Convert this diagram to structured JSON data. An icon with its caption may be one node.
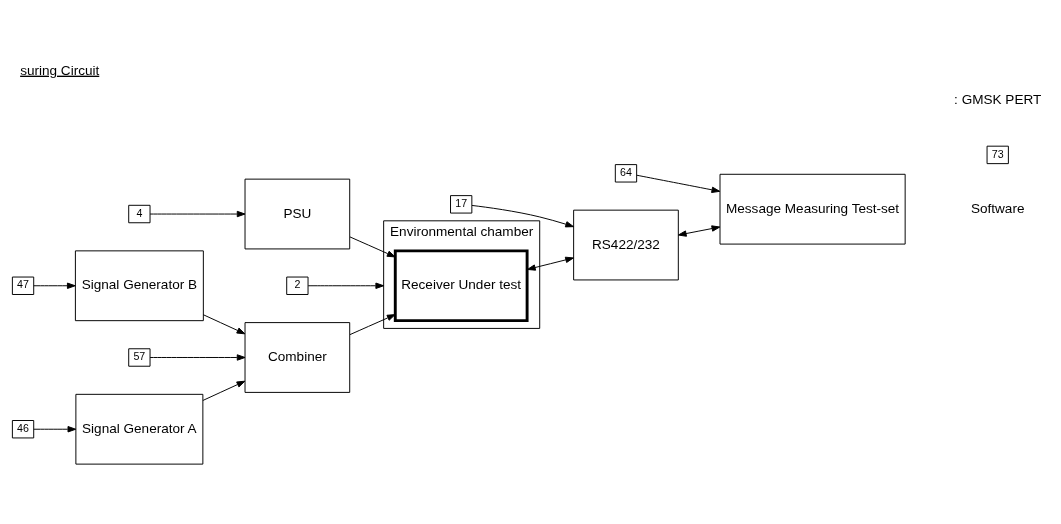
{
  "diagram": {
    "title": "suring Circuit",
    "nodes": [
      {
        "text": [
          "Signal Generator A"
        ]
      },
      {
        "text": [
          "Signal Generator B"
        ]
      },
      {
        "text": [
          "Combiner"
        ]
      },
      {
        "text": [
          "Environmental chamber"
        ]
      },
      {
        "text": [
          "Receiver Under test"
        ],
        "in": 3
      },
      {
        "text": [
          "RS422/232"
        ]
      },
      {
        "text": [
          "PSU"
        ]
      },
      {
        "text": [
          "Message Measuring Test-set"
        ]
      },
      {
        "text": [
          "46"
        ]
      },
      {
        "text": [
          "57"
        ]
      },
      {
        "text": [
          "2"
        ]
      },
      {
        "text": [
          "17"
        ]
      },
      {
        "text": [
          "64"
        ]
      },
      {
        "text": [
          "4"
        ]
      },
      {
        "text": [
          "47"
        ]
      },
      {
        "text": [
          "73"
        ]
      }
    ],
    "edges": [
      {
        "from": 0,
        "to": 2,
        "arrow": "to"
      },
      {
        "from": 1,
        "to": 2,
        "arrow": "to"
      },
      {
        "from": 2,
        "to": 4,
        "arrow": "to"
      },
      {
        "from": 4,
        "to": 5,
        "arrow": "both"
      },
      {
        "from": 6,
        "to": 4,
        "arrow": "to"
      },
      {
        "from": 5,
        "to": 7,
        "arrow": "both"
      },
      {
        "from": 8,
        "to": 0,
        "arrow": "to"
      },
      {
        "from": 9,
        "to": 2,
        "arrow": "to"
      },
      {
        "from": 10,
        "to": 3,
        "arrow": "to"
      },
      {
        "from": 11,
        "to": 5,
        "arrow": "to"
      },
      {
        "from": 12,
        "to": 7,
        "arrow": "to"
      },
      {
        "from": 13,
        "to": 6,
        "arrow": "to"
      },
      {
        "from": 14,
        "to": 1,
        "arrow": "to"
      }
    ],
    "labels": [
      "Software",
      ": GMSK PERT"
    ]
  }
}
